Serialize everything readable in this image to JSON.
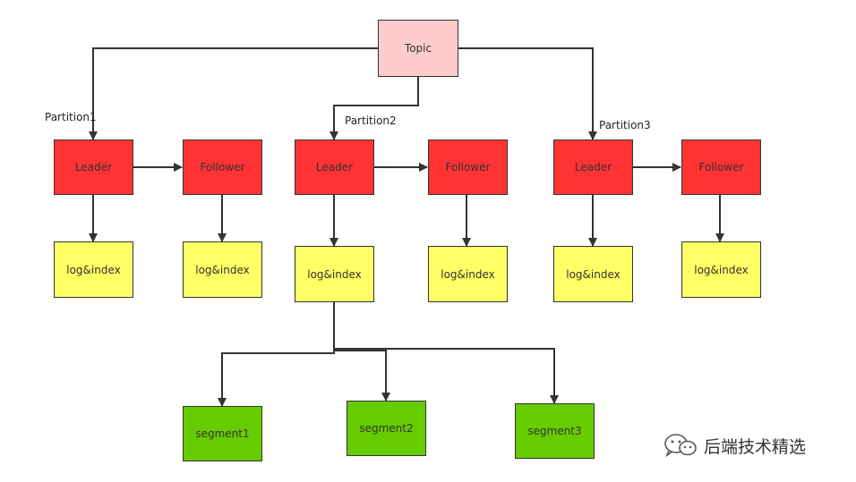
{
  "topic": "Topic",
  "partitions": [
    {
      "label": "Partition1",
      "leader": "Leader",
      "follower": "Follower",
      "leader_log": "log&index",
      "follower_log": "log&index"
    },
    {
      "label": "Partition2",
      "leader": "Leader",
      "follower": "Follower",
      "leader_log": "log&index",
      "follower_log": "log&index"
    },
    {
      "label": "Partition3",
      "leader": "Leader",
      "follower": "Follower",
      "leader_log": "log&index",
      "follower_log": "log&index"
    }
  ],
  "segments": [
    "segment1",
    "segment2",
    "segment3"
  ],
  "watermark": {
    "icon": "wechat-icon",
    "text": "后端技术精选"
  },
  "colors": {
    "topic": "#ffcccc",
    "leader": "#ff3333",
    "follower": "#ff3333",
    "log_index": "#ffff66",
    "segment": "#66cc00",
    "edges": "#333333"
  }
}
